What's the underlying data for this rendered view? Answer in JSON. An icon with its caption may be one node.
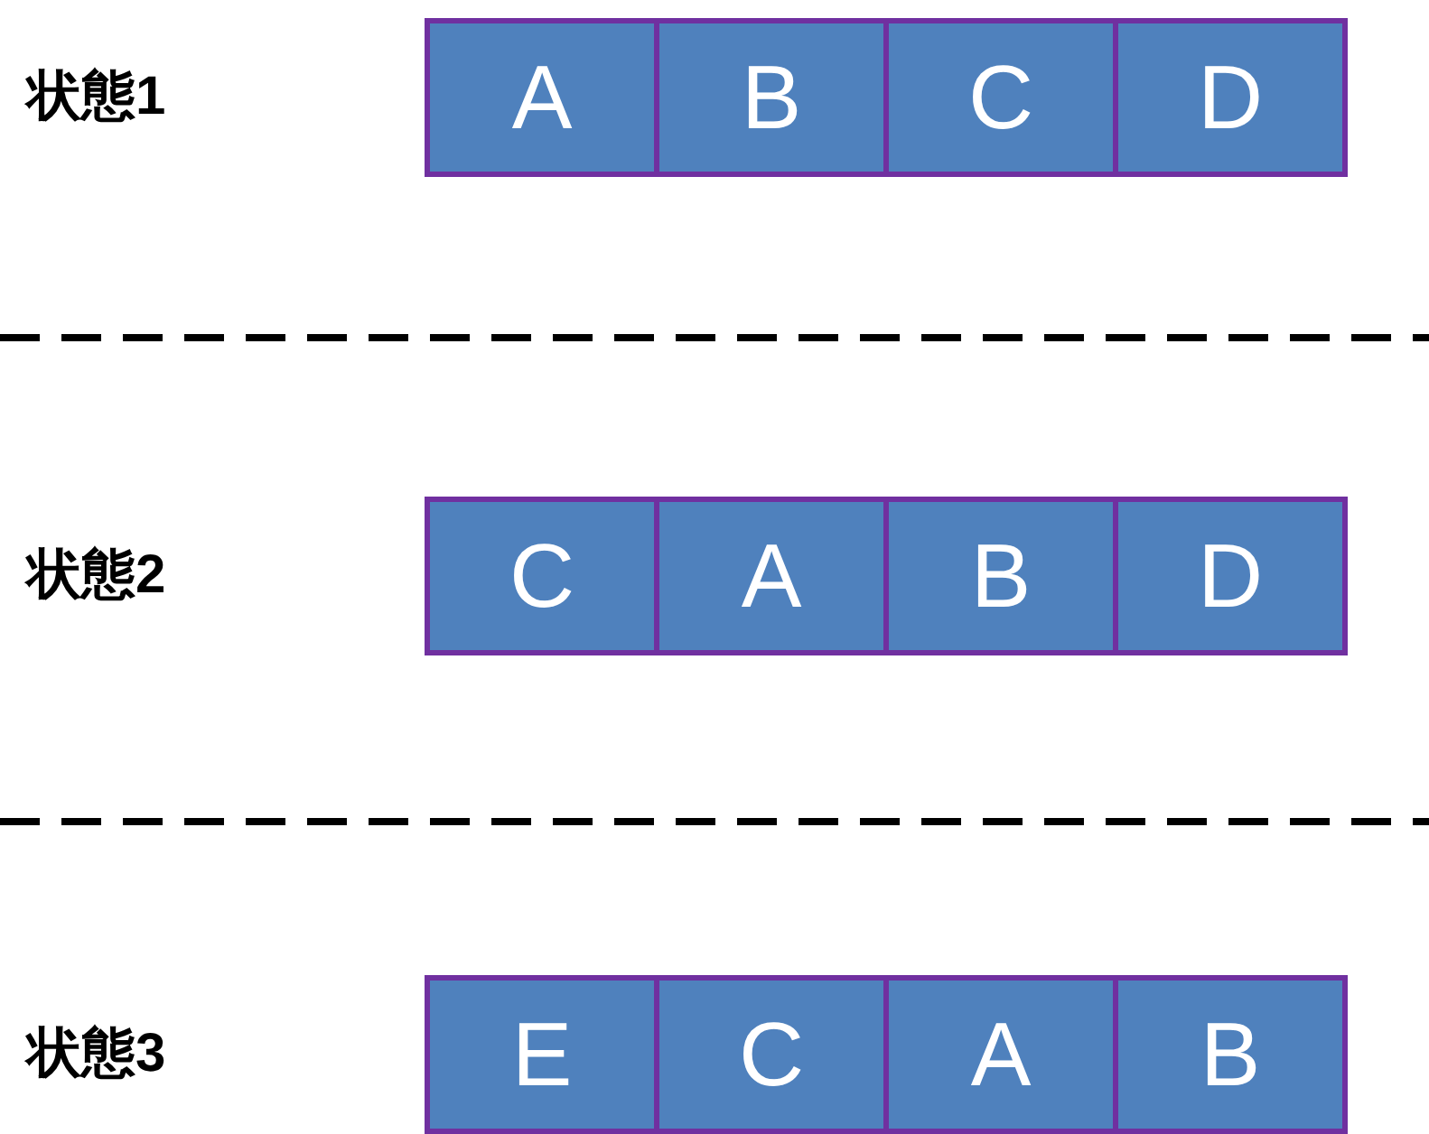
{
  "diagram": {
    "nodes": [
      {
        "text": [
          "A"
        ]
      },
      {
        "text": [
          "B"
        ]
      },
      {
        "text": [
          "C"
        ]
      },
      {
        "text": [
          "D"
        ]
      },
      {
        "text": [
          "C"
        ]
      },
      {
        "text": [
          "A"
        ]
      },
      {
        "text": [
          "B"
        ]
      },
      {
        "text": [
          "D"
        ]
      },
      {
        "text": [
          "E"
        ]
      },
      {
        "text": [
          "C"
        ]
      },
      {
        "text": [
          "A"
        ]
      },
      {
        "text": [
          "B"
        ]
      }
    ],
    "labels": [
      "状態1",
      "状態2",
      "状態3"
    ]
  }
}
